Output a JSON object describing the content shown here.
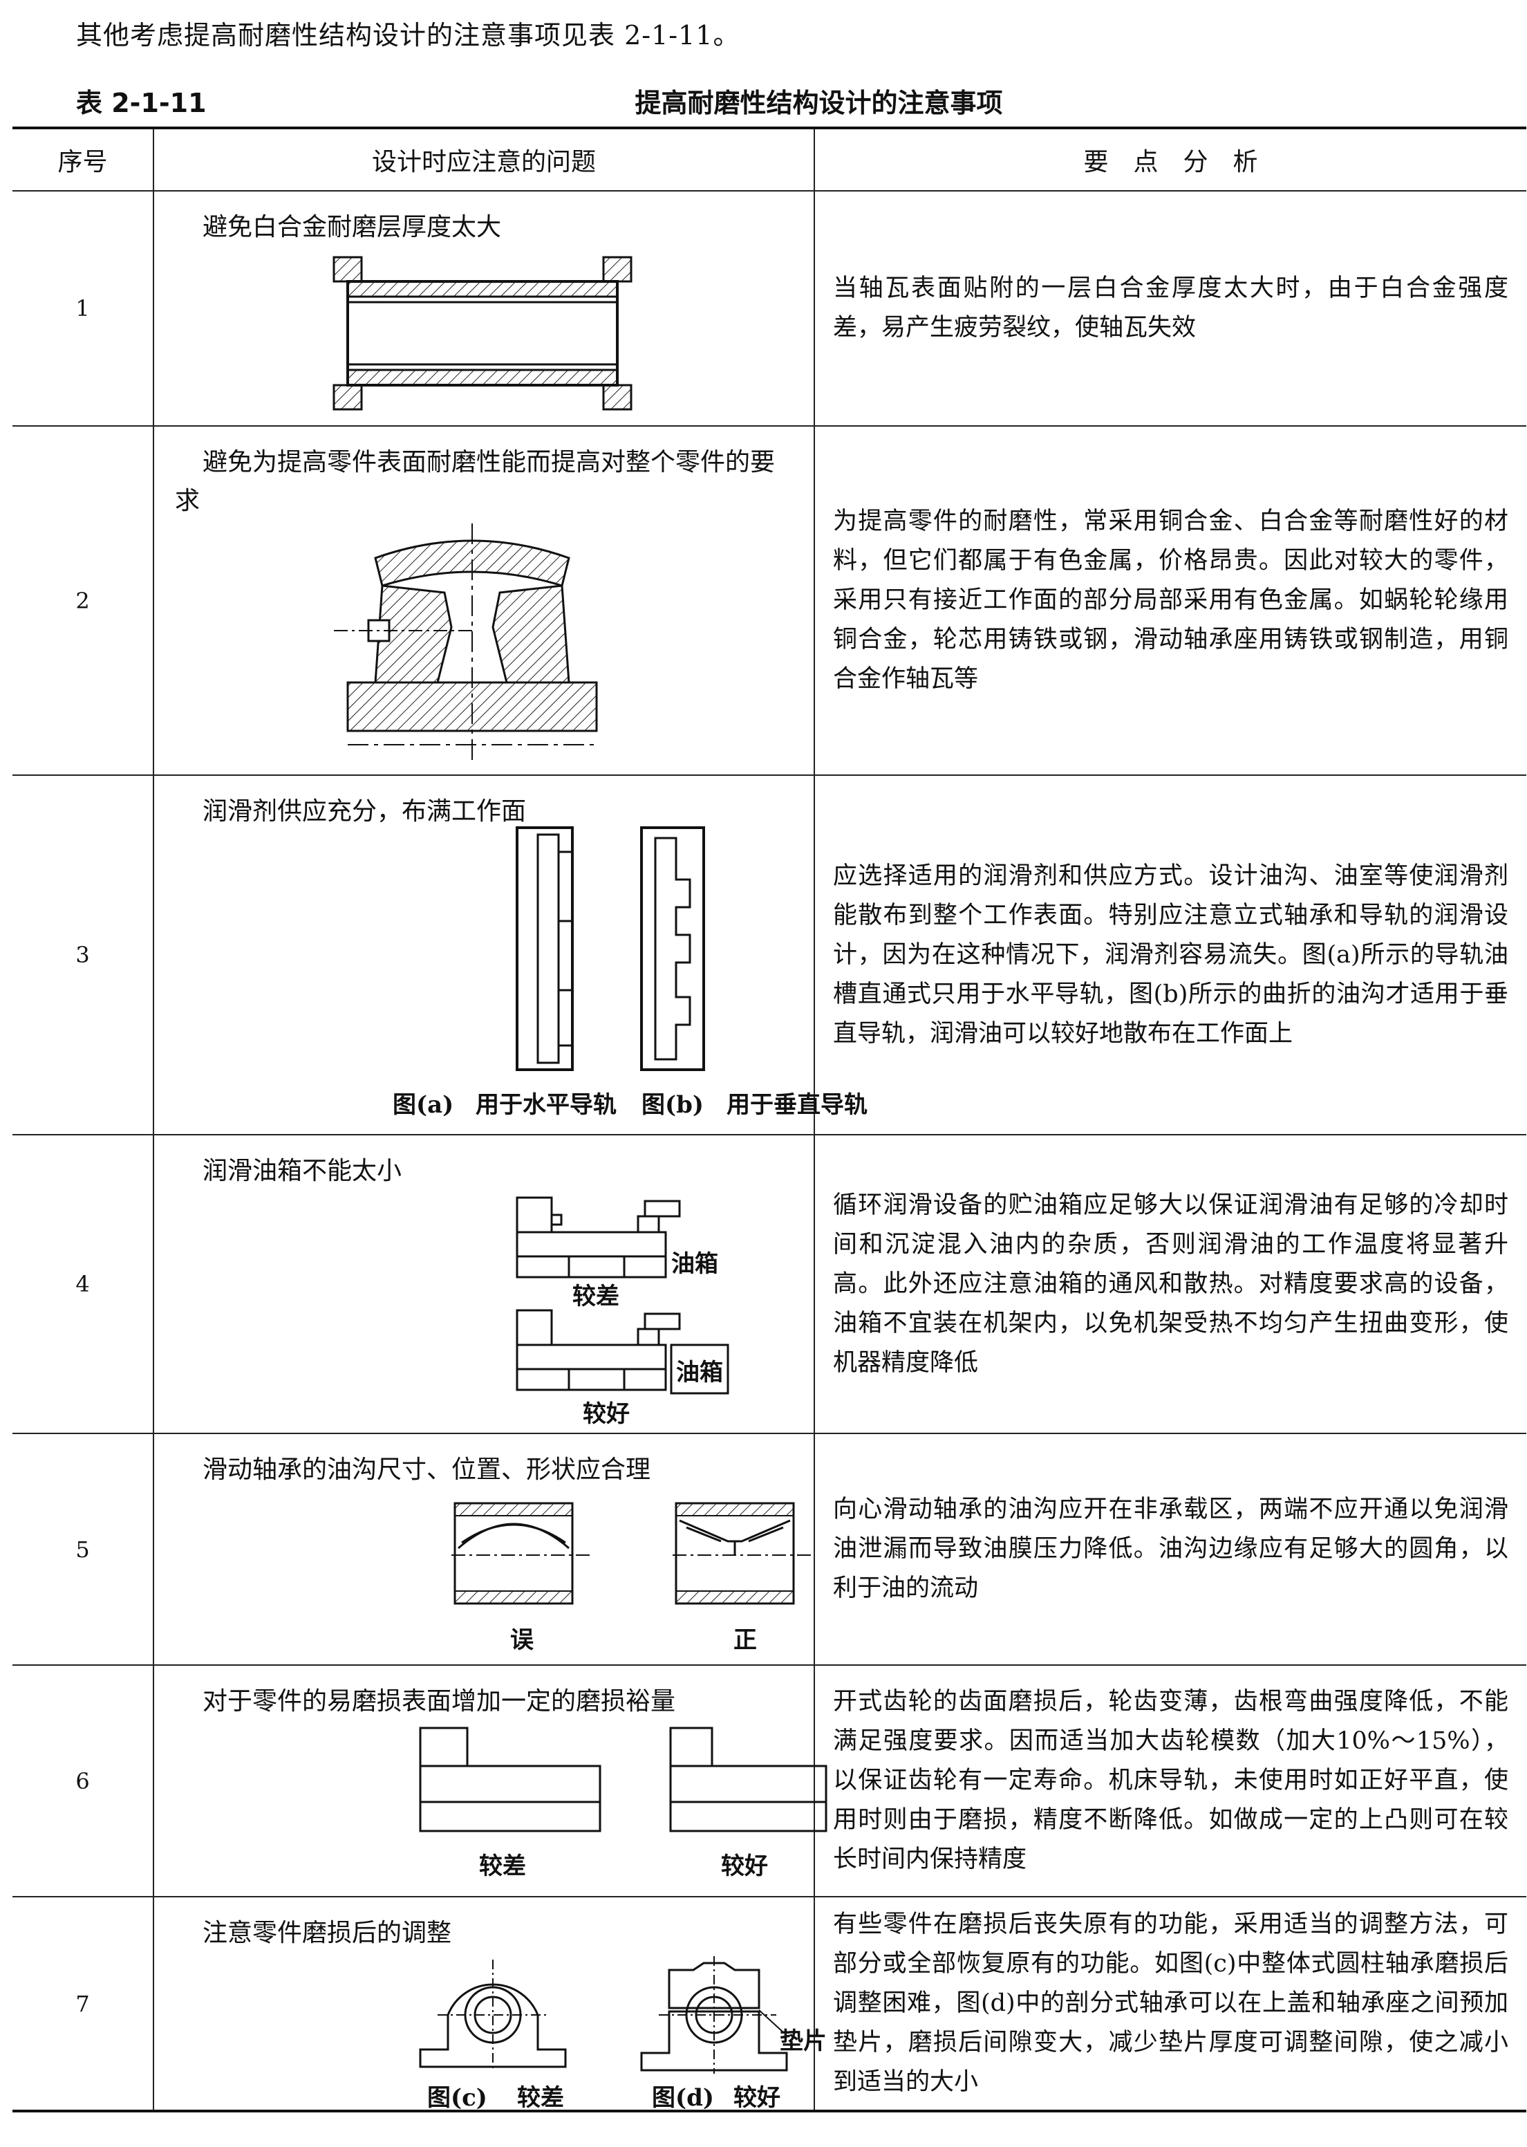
{
  "intro": "其他考虑提高耐磨性结构设计的注意事项见表 2-1-11。",
  "table_no": "表 2-1-11",
  "table_title": "提高耐磨性结构设计的注意事项",
  "headers": {
    "no": "序号",
    "design": "设计时应注意的问题",
    "analysis": "要　点　分　析"
  },
  "rows": [
    {
      "no": "1",
      "title": "避免白合金耐磨层厚度太大",
      "analysis": "当轴瓦表面贴附的一层白合金厚度太大时，由于白合金强度差，易产生疲劳裂纹，使轴瓦失效"
    },
    {
      "no": "2",
      "title": "避免为提高零件表面耐磨性能而提高对整个零件的要求",
      "analysis": "为提高零件的耐磨性，常采用铜合金、白合金等耐磨性好的材料，但它们都属于有色金属，价格昂贵。因此对较大的零件，采用只有接近工作面的部分局部采用有色金属。如蜗轮轮缘用铜合金，轮芯用铸铁或钢，滑动轴承座用铸铁或钢制造，用铜合金作轴瓦等"
    },
    {
      "no": "3",
      "title": "润滑剂供应充分，布满工作面",
      "labels": {
        "a": "图(a)",
        "a_text": "用于水平导轨",
        "b": "图(b)",
        "b_text": "用于垂直导轨"
      },
      "analysis": "应选择适用的润滑剂和供应方式。设计油沟、油室等使润滑剂能散布到整个工作表面。特别应注意立式轴承和导轨的润滑设计，因为在这种情况下，润滑剂容易流失。图(a)所示的导轨油槽直通式只用于水平导轨，图(b)所示的曲折的油沟才适用于垂直导轨，润滑油可以较好地散布在工作面上"
    },
    {
      "no": "4",
      "title": "润滑油箱不能太小",
      "labels": {
        "tank1": "油箱",
        "worse": "较差",
        "tank2": "油箱",
        "better": "较好"
      },
      "analysis": "循环润滑设备的贮油箱应足够大以保证润滑油有足够的冷却时间和沉淀混入油内的杂质，否则润滑油的工作温度将显著升高。此外还应注意油箱的通风和散热。对精度要求高的设备，油箱不宜装在机架内，以免机架受热不均匀产生扭曲变形，使机器精度降低"
    },
    {
      "no": "5",
      "title": "滑动轴承的油沟尺寸、位置、形状应合理",
      "labels": {
        "wrong": "误",
        "right": "正"
      },
      "analysis": "向心滑动轴承的油沟应开在非承载区，两端不应开通以免润滑油泄漏而导致油膜压力降低。油沟边缘应有足够大的圆角，以利于油的流动"
    },
    {
      "no": "6",
      "title": "对于零件的易磨损表面增加一定的磨损裕量",
      "labels": {
        "worse": "较差",
        "better": "较好"
      },
      "analysis": "开式齿轮的齿面磨损后，轮齿变薄，齿根弯曲强度降低，不能满足强度要求。因而适当加大齿轮模数（加大10%～15%），以保证齿轮有一定寿命。机床导轨，未使用时如正好平直，使用时则由于磨损，精度不断降低。如做成一定的上凸则可在较长时间内保持精度"
    },
    {
      "no": "7",
      "title": "注意零件磨损后的调整",
      "labels": {
        "c": "图(c)",
        "c_text": "较差",
        "d": "图(d)",
        "d_text": "较好",
        "shim": "垫片"
      },
      "analysis": "有些零件在磨损后丧失原有的功能，采用适当的调整方法，可部分或全部恢复原有的功能。如图(c)中整体式圆柱轴承磨损后调整困难，图(d)中的剖分式轴承可以在上盖和轴承座之间预加垫片，磨损后间隙变大，减少垫片厚度可调整间隙，使之减小到适当的大小"
    }
  ]
}
